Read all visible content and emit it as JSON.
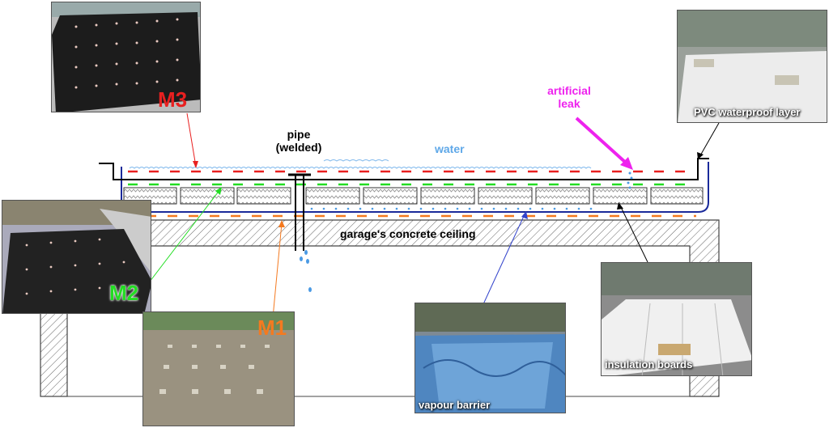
{
  "labels": {
    "pipe": "pipe",
    "welded": "(welded)",
    "water": "water",
    "artificial": "artificial",
    "leak": "leak",
    "ceiling": "garage's concrete ceiling",
    "pvc": "PVC waterproof layer",
    "insulation": "insulation boards",
    "vapour": "vapour barrier",
    "m1": "M1",
    "m2": "M2",
    "m3": "M3"
  },
  "colors": {
    "m1": "#f47a20",
    "m2": "#22dd22",
    "m3": "#e82020",
    "water": "#5fa8e8",
    "leak": "#ee22ee",
    "vapour": "#1a2a9a",
    "vapour_arrow": "#3344cc",
    "hatch": "#555555"
  }
}
